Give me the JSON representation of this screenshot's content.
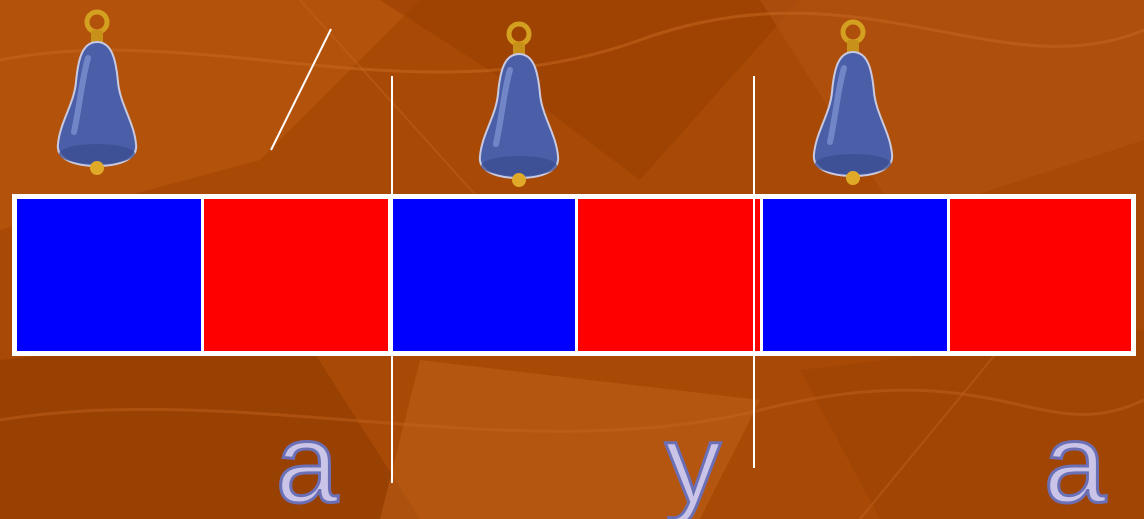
{
  "colors": {
    "background": "#a84a06",
    "block_blue": "#0000ff",
    "block_red": "#ff0000",
    "strip_border": "#ffffff",
    "bell_body": "#4a5fa8",
    "bell_ring": "#d4a020",
    "letter_fill": "#c9c4e8",
    "letter_outline": "#6b6fb5"
  },
  "blocks": [
    "blue",
    "red",
    "blue",
    "red",
    "blue",
    "red"
  ],
  "bells": [
    {
      "icon": "bell-icon"
    },
    {
      "icon": "bell-icon"
    },
    {
      "icon": "bell-icon"
    }
  ],
  "letters": [
    "a",
    "y",
    "a"
  ]
}
